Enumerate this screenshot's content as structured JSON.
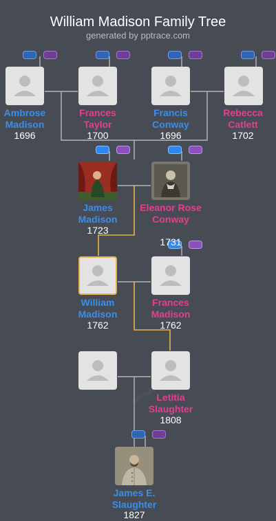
{
  "header": {
    "title": "William Madison Family Tree",
    "subtitle": "generated by pptrace.com"
  },
  "people": {
    "ambrose": {
      "name": "Ambrose Madison",
      "year": "1696"
    },
    "frances_taylor": {
      "name": "Frances Taylor",
      "year": "1700"
    },
    "francis_conway": {
      "name": "Francis Conway",
      "year": "1696"
    },
    "rebecca": {
      "name": "Rebecca Catlett",
      "year": "1702"
    },
    "james": {
      "name": "James Madison",
      "year": "1723"
    },
    "eleanor": {
      "name": "Eleanor Rose Conway",
      "year": "1731"
    },
    "william": {
      "name": "William Madison",
      "year": "1762"
    },
    "frances_madison": {
      "name": "Frances Madison",
      "year": "1762"
    },
    "letitia": {
      "name": "Letitia Slaughter",
      "year": "1808"
    },
    "james_e": {
      "name": "James E. Slaughter",
      "year": "1827"
    }
  },
  "colors": {
    "background": "#474b53",
    "male": "#3b8eea",
    "female": "#e3408f",
    "connector": "#b5b7bb",
    "highlight_connector": "#e8b54a"
  },
  "icons": {
    "placeholder": "person-silhouette-icon",
    "father_tag": "blue-expand-tag",
    "mother_tag": "purple-expand-tag"
  },
  "watermark": "pptrace"
}
